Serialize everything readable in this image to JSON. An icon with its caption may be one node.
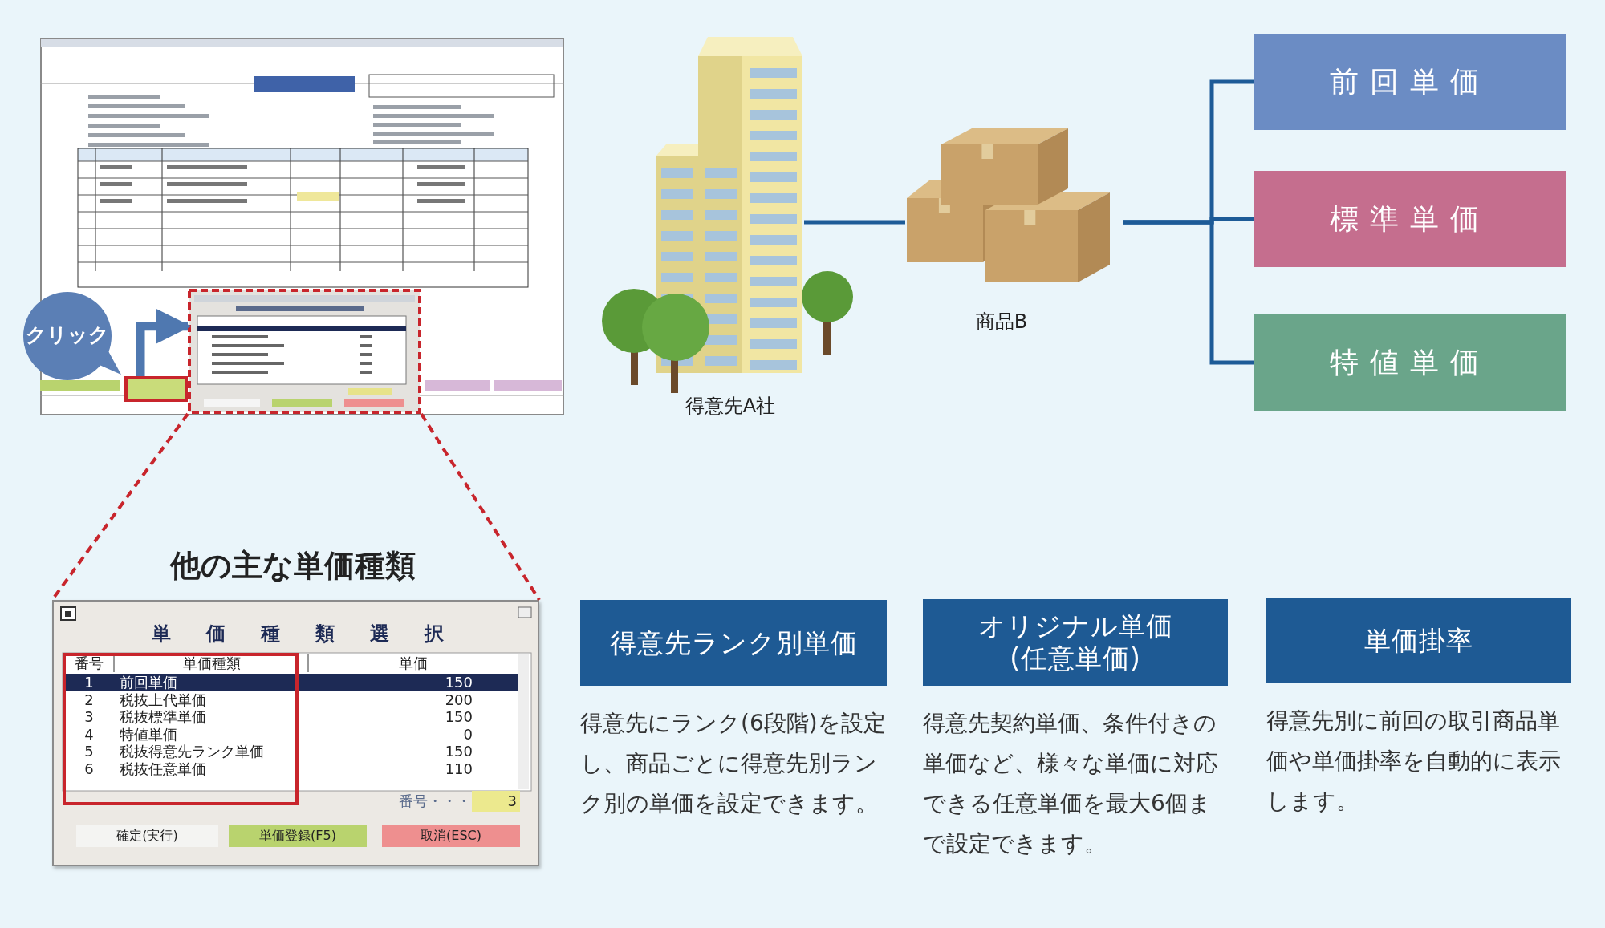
{
  "diagram": {
    "title": "他の主な単価種類",
    "nodes": [
      {
        "text": [],
        "shape": "picture"
      },
      {
        "text": [
          "クリック"
        ]
      },
      {
        "text": [],
        "shape": "box",
        "in": 0
      },
      {
        "text": [],
        "shape": "picture",
        "in": 0
      },
      {
        "text": [],
        "shape": "picture"
      },
      {
        "text": [
          "得意先A社"
        ]
      },
      {
        "text": [
          "商品B"
        ]
      },
      {
        "text": [
          "前回単価"
        ]
      },
      {
        "text": [
          "標準単価"
        ]
      },
      {
        "text": [
          "特値単価"
        ]
      },
      {
        "text": [
          "得意先ランク別単価"
        ],
        "beside": [
          "得意先にランク(6段階)を設定し、商品ごとに得意先別ランク別の単価を設定できます。"
        ]
      },
      {
        "text": [
          "オリジナル単価 (任意単価)"
        ],
        "beside": [
          "得意先契約単価、条件付きの単価など、様々な単価に対応できる任意単価を最大6個まで設定できます。"
        ]
      },
      {
        "text": [
          "単価掛率"
        ],
        "beside": [
          "得意先別に前回の取引商品単価や単価掛率を自動的に表示します。"
        ]
      }
    ],
    "edges": [
      {
        "from": 2,
        "to": 3,
        "arrow": "to",
        "style": "thick",
        "color": "#4f78b0"
      },
      {
        "from": 3,
        "to": 4,
        "arrow": "none",
        "style": "dashed",
        "color": "#c8252c"
      },
      {
        "from": 3,
        "to": 4,
        "arrow": "none",
        "style": "dashed",
        "color": "#c8252c"
      },
      {
        "from": 5,
        "to": 6,
        "arrow": "none"
      },
      {
        "from": 6,
        "to": 7,
        "arrow": "none"
      },
      {
        "from": 6,
        "to": 8,
        "arrow": "none"
      },
      {
        "from": 6,
        "to": 9,
        "arrow": "none"
      }
    ],
    "labels": [
      "単価種類選択",
      "番号",
      "単価種類",
      "単価",
      "1",
      "前回単価",
      "150",
      "2",
      "税抜上代単価",
      "200",
      "3",
      "税抜標準単価",
      "150",
      "4",
      "特値単価",
      "0",
      "5",
      "税抜得意先ランク単価",
      "150",
      "6",
      "税抜任意単価",
      "110",
      "番号・・・",
      "3",
      "確定(実行)",
      "単価登録(F5)",
      "取消(ESC)"
    ]
  }
}
